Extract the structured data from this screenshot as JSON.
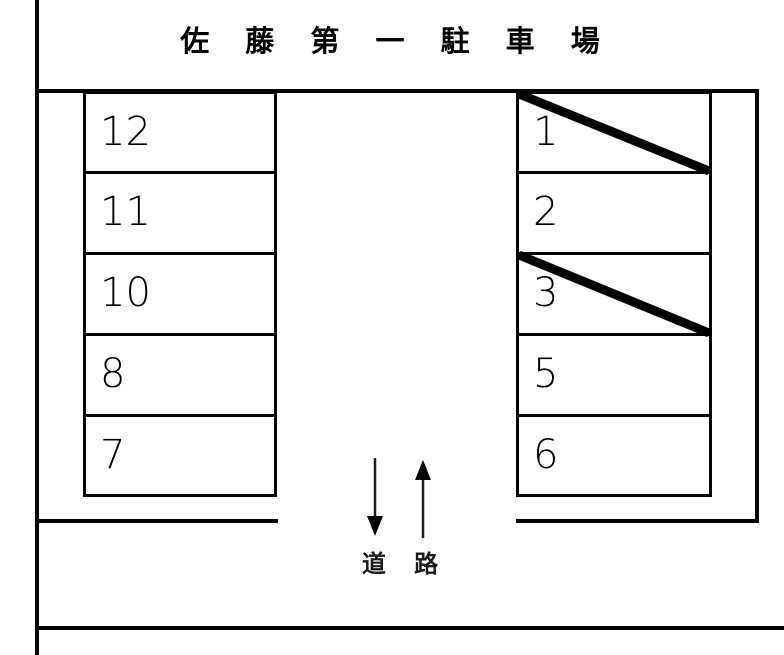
{
  "title": "佐 藤 第 一 駐 車 場",
  "colors": {
    "line": "#000000",
    "text": "#000000",
    "background": "#ffffff"
  },
  "lot": {
    "left_block": {
      "name": "left-parking-block",
      "stalls": [
        {
          "number": "12",
          "struck": false
        },
        {
          "number": "11",
          "struck": false
        },
        {
          "number": "10",
          "struck": false
        },
        {
          "number": "8",
          "struck": false
        },
        {
          "number": "7",
          "struck": false
        }
      ]
    },
    "right_block": {
      "name": "right-parking-block",
      "stalls": [
        {
          "number": "1",
          "struck": true
        },
        {
          "number": "2",
          "struck": false
        },
        {
          "number": "3",
          "struck": true
        },
        {
          "number": "5",
          "struck": false
        },
        {
          "number": "6",
          "struck": false
        }
      ]
    }
  },
  "road": {
    "label": "道 路",
    "arrow_down": "arrow-down-icon",
    "arrow_up": "arrow-up-icon"
  }
}
